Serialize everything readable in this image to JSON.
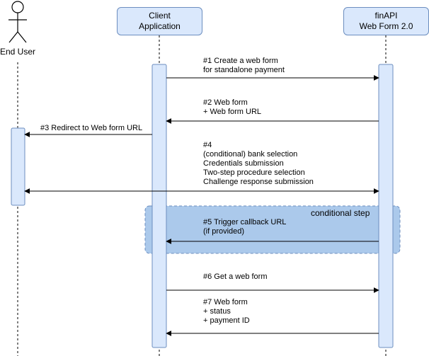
{
  "participants": {
    "end_user": {
      "label": "End User"
    },
    "client": {
      "line1": "Client",
      "line2": "Application"
    },
    "finapi": {
      "line1": "finAPI",
      "line2": "Web Form 2.0"
    }
  },
  "conditional": {
    "label": "conditional step"
  },
  "messages": {
    "m1": {
      "l1": "#1 Create a web form",
      "l2": "for standalone payment"
    },
    "m2": {
      "l1": "#2 Web form",
      "l2": "+ Web form URL"
    },
    "m3": {
      "l1": "#3 Redirect to Web form URL"
    },
    "m4": {
      "l1": "#4",
      "l2": "(conditional) bank selection",
      "l3": "Credentials submission",
      "l4": "Two-step procedure selection",
      "l5": "Challenge response submission"
    },
    "m5": {
      "l1": "#5 Trigger callback URL",
      "l2": "(if provided)"
    },
    "m6": {
      "l1": "#6 Get a web form"
    },
    "m7": {
      "l1": "#7 Web form",
      "l2": "+ status",
      "l3": "+ payment ID"
    }
  },
  "colors": {
    "activation_fill": "#dae8fc",
    "activation_stroke": "#6c8ebf",
    "conditional_fill": "#abc9eb",
    "conditional_stroke": "#6c8ebf"
  }
}
